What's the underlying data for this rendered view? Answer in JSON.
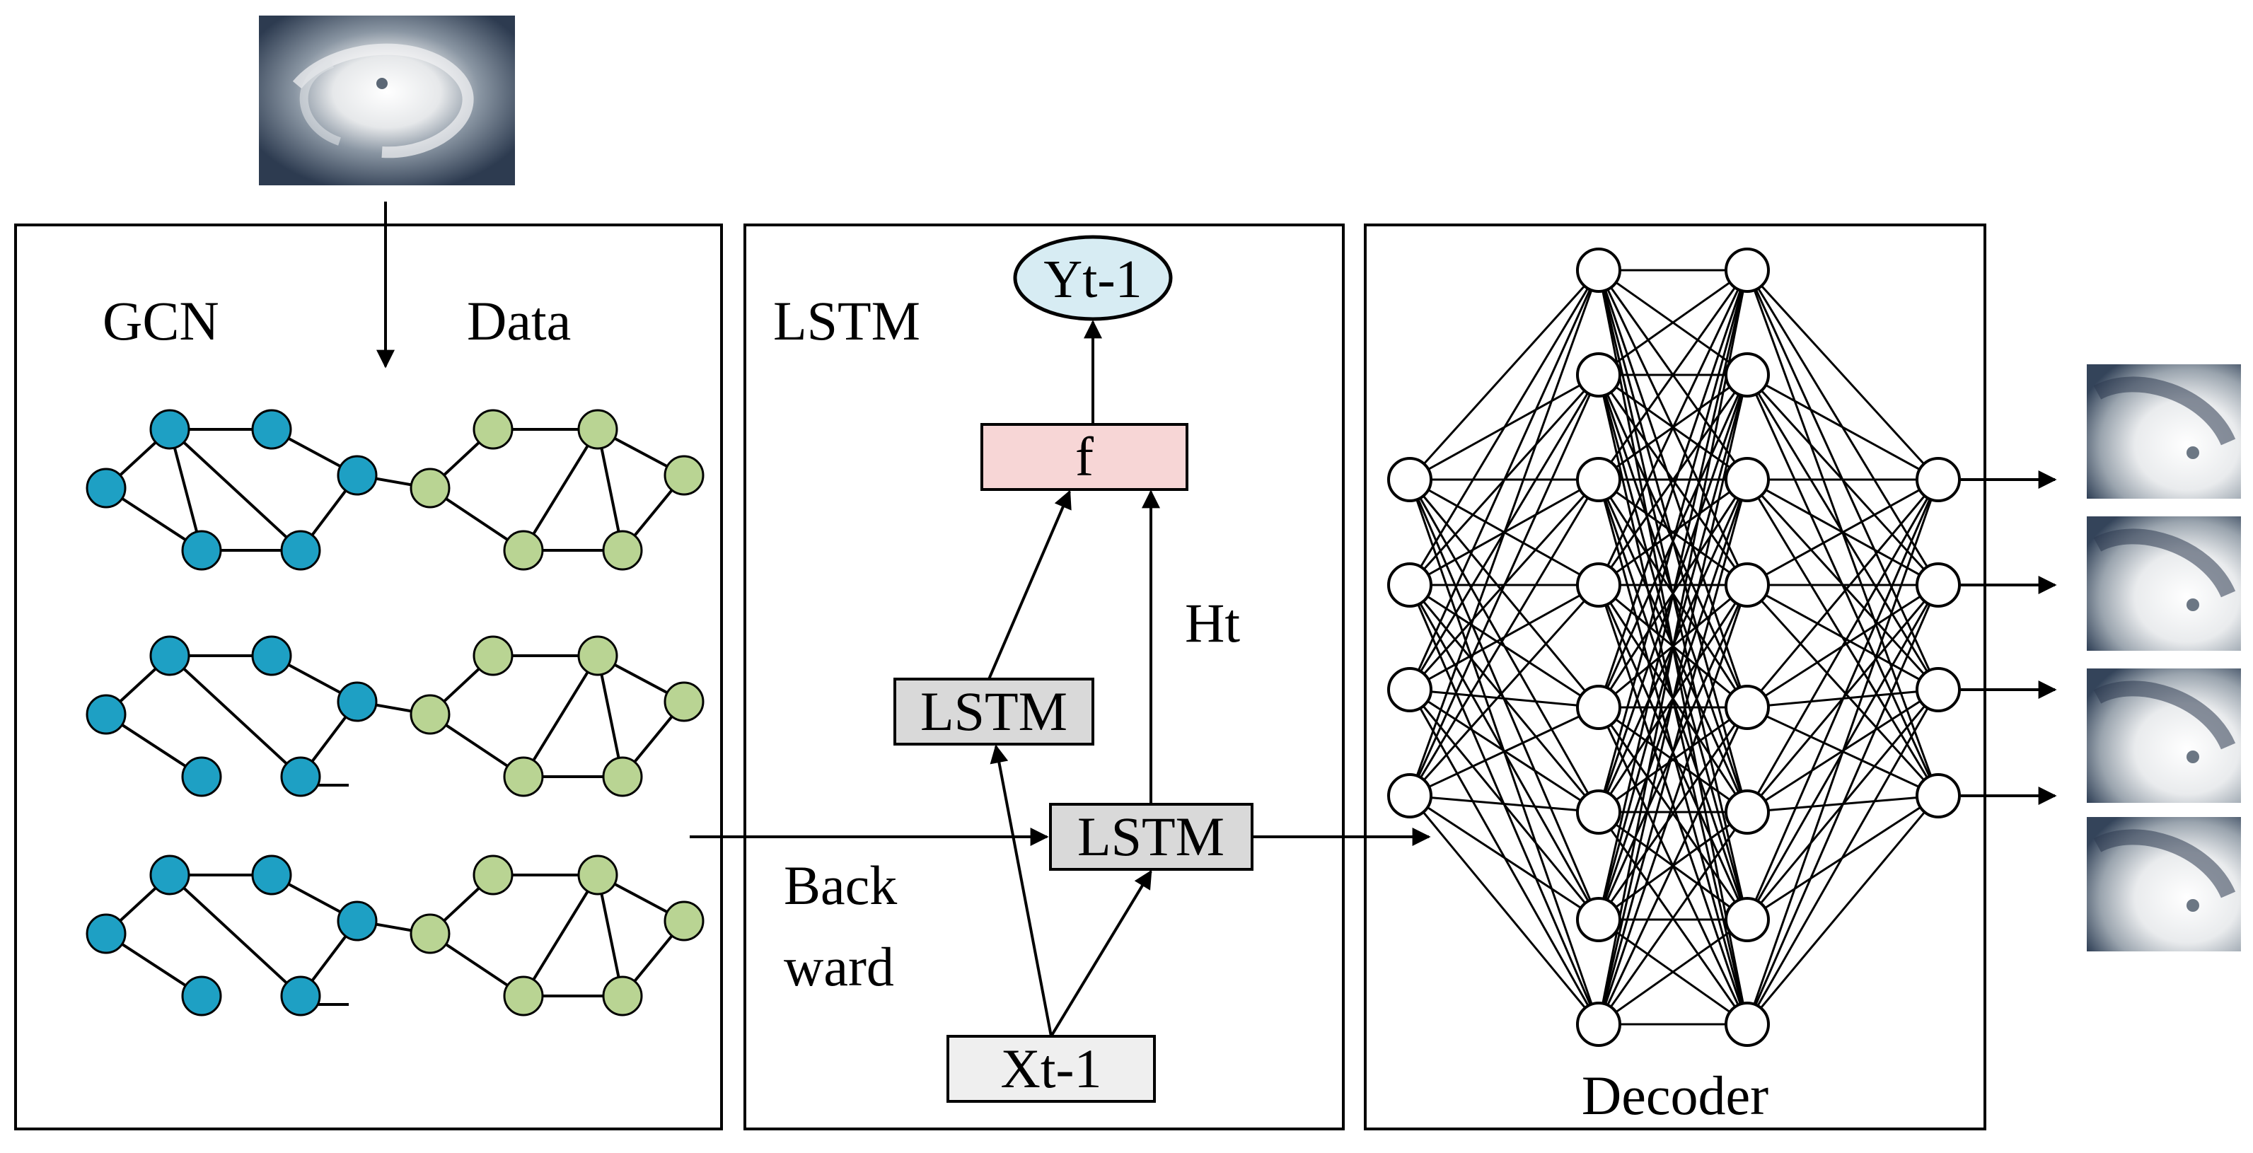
{
  "panels": {
    "gcn": {
      "title": "GCN",
      "data_label": "Data"
    },
    "lstm": {
      "title": "LSTM",
      "output_label": "Yt-1",
      "function_label": "f",
      "hidden_label": "Ht",
      "upper_cell_label": "LSTM",
      "lower_cell_label": "LSTM",
      "input_label": "Xt-1",
      "backward_line1": "Back",
      "backward_line2": "ward"
    },
    "decoder": {
      "title": "Decoder"
    }
  },
  "colors": {
    "gcn_node": "#1ea0c4",
    "data_node": "#b9d493",
    "output_ellipse": "#d7ecf3",
    "function_box": "#f7d6d6",
    "lstm_box": "#d9d9d9",
    "input_box": "#efefef",
    "typhoon_cloud": "#eef0f2",
    "typhoon_sea": "#2d3b50"
  },
  "icons": {
    "input_image": "typhoon-satellite-image",
    "output_images": "typhoon-satellite-image"
  }
}
